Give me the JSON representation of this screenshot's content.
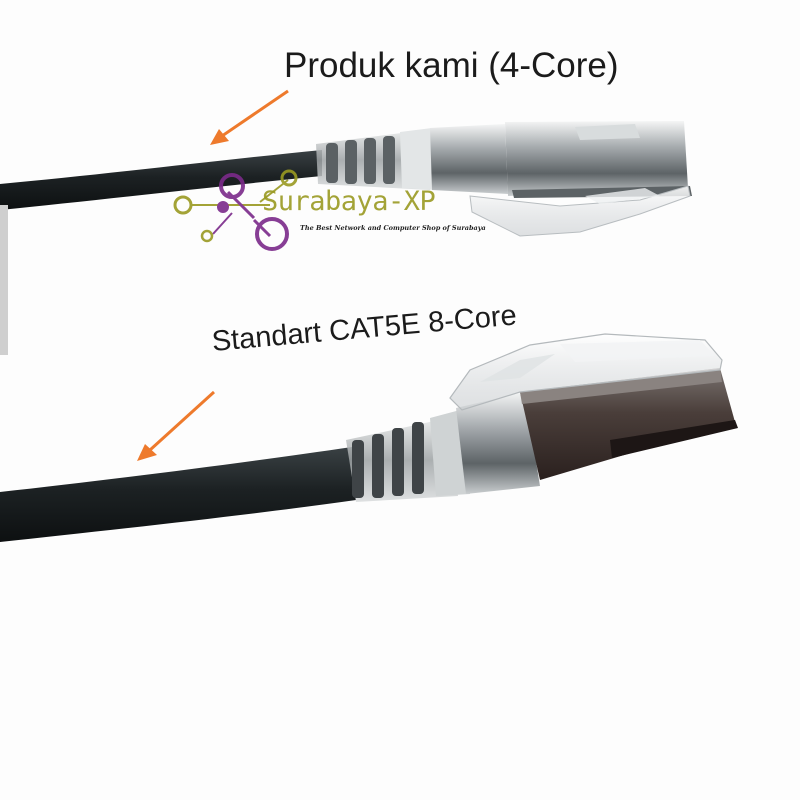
{
  "captions": {
    "top": "Produk kami (4-Core)",
    "bottom": "Standart CAT5E 8-Core"
  },
  "watermark": {
    "brand": "Surabaya-XP",
    "tagline": "The Best Network and Computer Shop of Surabaya"
  },
  "colors": {
    "background": "#fdfdfd",
    "cable": "#1f2426",
    "arrow": "#ee7a2c",
    "logo_purple": "#7b2a8a",
    "logo_olive": "#9a9a22",
    "connector_shield": "#8a8f92"
  },
  "icons": [
    "arrow-icon",
    "surabaya-xp-logo-icon"
  ]
}
